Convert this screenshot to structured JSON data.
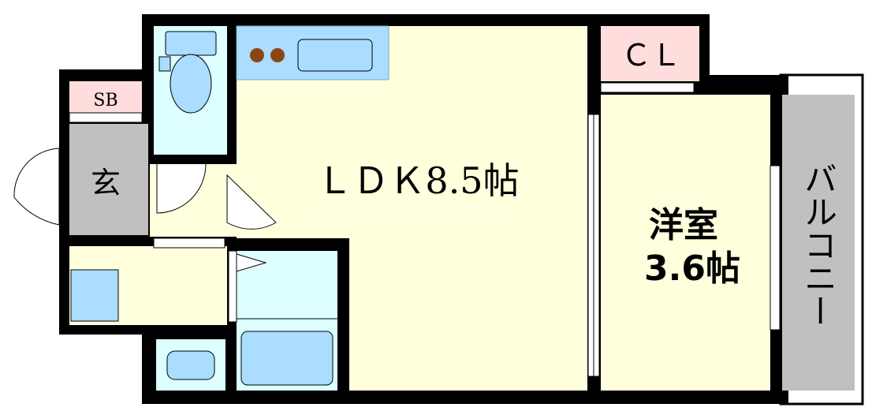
{
  "rooms": {
    "ldk": "ＬＤＫ8.5帖",
    "bedroom_name": "洋室",
    "bedroom_size": "3.6帖",
    "closet": "ＣＬ",
    "shoe_box": "SB",
    "entrance": "玄",
    "balcony": "バルコニー"
  },
  "watermark": "minamini(株)ベスト",
  "colors": {
    "wall": "#000000",
    "ldk_floor": "#ffffdd",
    "bedroom_floor": "#ffffdd",
    "wet_area": "#ddffff",
    "fixture": "#aaddff",
    "entrance_floor": "#c0c0c0",
    "balcony": "#c0c0c0",
    "closet": "#ffdddd",
    "burner": "#8b4513"
  }
}
